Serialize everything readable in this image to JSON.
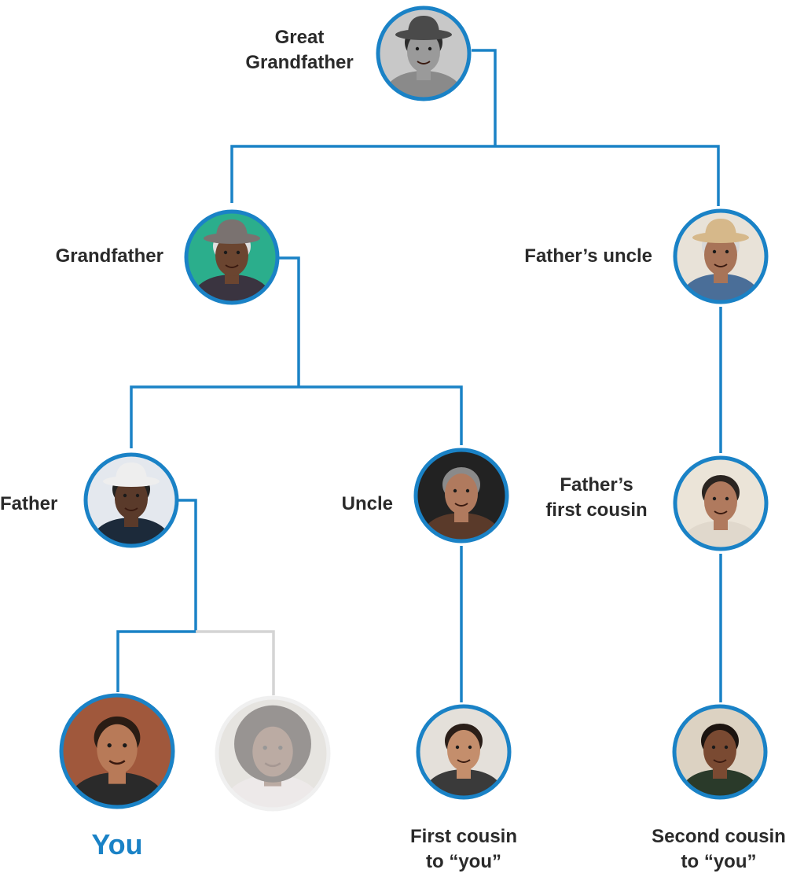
{
  "colors": {
    "line": "#1a82c6",
    "line_faded": "#d4d4d4",
    "ring": "#1a82c6",
    "ring_faded": "#e0e0e0",
    "text": "#2a2a2a",
    "you_text": "#1a82c6"
  },
  "labels": {
    "great_grandfather": [
      "Great",
      "Grandfather"
    ],
    "grandfather": "Grandfather",
    "fathers_uncle": "Father’s uncle",
    "father": "Father",
    "uncle": "Uncle",
    "fathers_first_cousin": [
      "Father’s",
      "first cousin"
    ],
    "you": "You",
    "first_cousin": [
      "First cousin",
      "to “you”"
    ],
    "second_cousin": [
      "Second cousin",
      "to “you”"
    ]
  },
  "portraits": {
    "great_grandfather": {
      "icon": "vintage-portrait-icon",
      "skin": "#9a9a9a",
      "bg": "#c8c8c8",
      "hair": "#2c2c2c",
      "shirt": "#8a8a8a",
      "hat": "#4a4a4a"
    },
    "grandfather": {
      "icon": "elderly-man-portrait-icon",
      "skin": "#6b4530",
      "bg": "#2bae8c",
      "hair": "#e0e0e0",
      "shirt": "#3a3440",
      "hat": "#7a7270"
    },
    "fathers_uncle": {
      "icon": "elderly-man-portrait-icon",
      "skin": "#a87458",
      "bg": "#e8e2d8",
      "hair": "#d8d8d8",
      "shirt": "#4a6e98",
      "hat": "#d6b88a"
    },
    "father": {
      "icon": "smiling-man-portrait-icon",
      "skin": "#5a3a2a",
      "bg": "#e4e8ee",
      "hair": "#222222",
      "shirt": "#1c2a3a",
      "hat": "#eeeeee"
    },
    "uncle": {
      "icon": "man-portrait-icon",
      "skin": "#b07a5e",
      "bg": "#222222",
      "hair": "#8a8a8a",
      "shirt": "#5a3a2a"
    },
    "fathers_first_cousin": {
      "icon": "man-portrait-icon",
      "skin": "#b07a5e",
      "bg": "#ebe4d8",
      "hair": "#2a2420",
      "shirt": "#e0d8cc"
    },
    "you": {
      "icon": "young-man-portrait-icon",
      "skin": "#b87a58",
      "bg": "#a0583c",
      "hair": "#2a1c14",
      "shirt": "#2a2a2a"
    },
    "sibling": {
      "icon": "young-woman-portrait-icon",
      "skin": "#6a4634",
      "bg": "#c8c4bc",
      "hair": "#1c1410",
      "shirt": "#d8d0d0"
    },
    "first_cousin": {
      "icon": "bearded-man-portrait-icon",
      "skin": "#c48e6c",
      "bg": "#e4e0da",
      "hair": "#2a1e18",
      "shirt": "#3a3a3a"
    },
    "second_cousin": {
      "icon": "young-man-portrait-icon",
      "skin": "#7a4a32",
      "bg": "#dcd2c2",
      "hair": "#1c1410",
      "shirt": "#2a3a2a"
    }
  }
}
